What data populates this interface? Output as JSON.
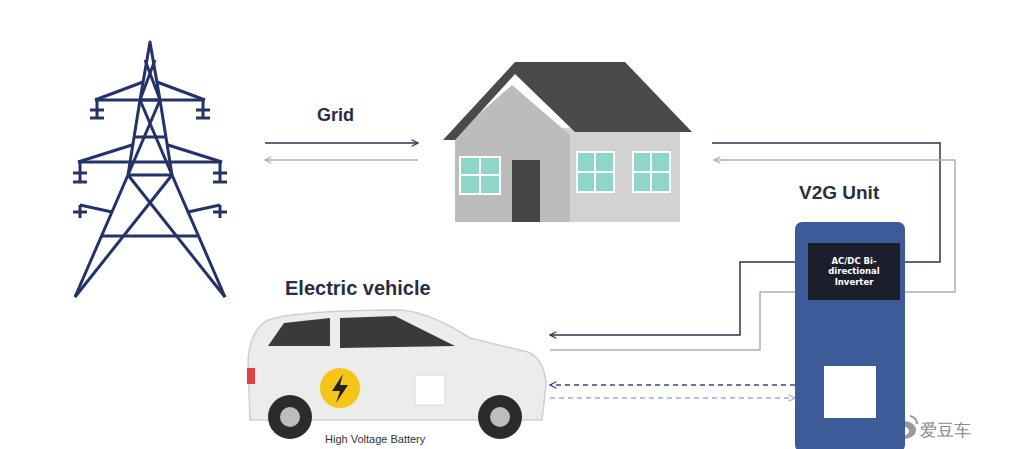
{
  "diagram": {
    "nodes": [
      {
        "text": [
          "V2G Unit"
        ]
      },
      {
        "text": [
          "AC/DC Bi-directional Inverter"
        ],
        "in": 0
      },
      {
        "text": [
          "Electric vehicle"
        ]
      }
    ],
    "edges": [
      {
        "from": 1,
        "to": 2,
        "arrow": "to"
      },
      {
        "from": 2,
        "to": 1,
        "arrow": "to"
      },
      {
        "from": 0,
        "to": 2,
        "arrow": "to"
      },
      {
        "from": 2,
        "to": 0,
        "arrow": "to"
      }
    ],
    "labels": [
      "Grid",
      "High Voltage Battery",
      "爱豆车"
    ]
  }
}
